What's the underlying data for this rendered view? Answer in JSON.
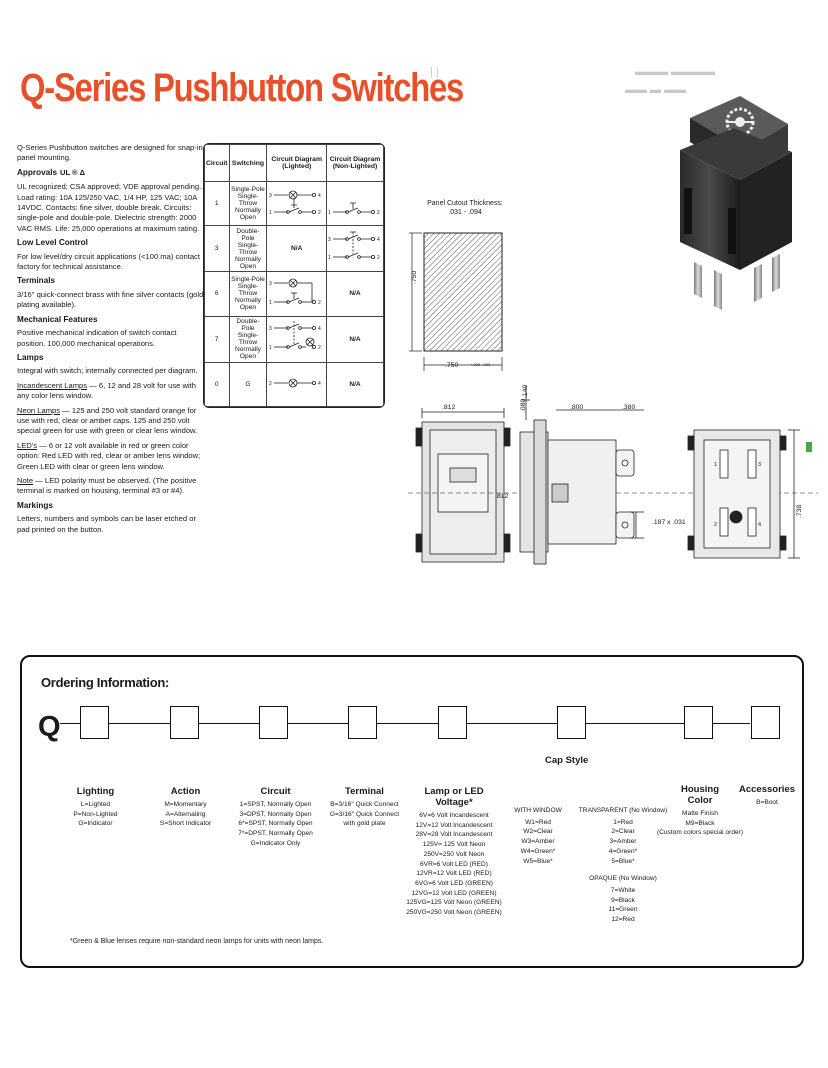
{
  "header": {
    "title": "Q-Series Pushbutton Switches"
  },
  "intro": {
    "description": "Q-Series Pushbutton switches are designed for snap-in panel mounting.",
    "approvals_heading": "Approvals",
    "approvals_marks": "UL ® Δ",
    "approvals_text": "UL recognized; CSA approved; VDE approval pending. Load rating: 10A 125/250 VAC, 1/4 HP, 125 VAC; 10A 14VDC. Contacts: fine silver, double break. Circuits: single-pole and double-pole. Dielectric strength: 2000 VAC RMS. Life: 25,000 operations at maximum rating.",
    "low_level_heading": "Low Level Control",
    "low_level_text": "For low level/dry circuit applications (<100 ma) contact factory for technical assistance.",
    "terminals_heading": "Terminals",
    "terminals_text": "3/16\" quick-connect brass with fine silver contacts (gold plating available).",
    "mech_heading": "Mechanical Features",
    "mech_text": "Positive mechanical indication of switch contact position. 100,000 mechanical operations.",
    "lamps_heading": "Lamps",
    "lamps_text": "Integral with switch; internally connected per diagram.",
    "incandescent_label": "Incandescent Lamps",
    "incandescent_text": " — 6, 12 and 28 volt for use with any color lens window.",
    "neon_label": "Neon Lamps",
    "neon_text": " — 125 and 250 volt standard orange for use with red, clear or amber caps. 125 and 250 volt special green for use with green or clear lens window.",
    "led_label": "LED's",
    "led_text": " — 6 or 12 volt available in red or green color option: Red LED with red, clear or amber lens window; Green LED with clear or green lens window.",
    "note_label": "Note",
    "note_text": " — LED polarity must be observed. (The positive terminal is marked on housing, terminal #3 or #4).",
    "markings_heading": "Markings",
    "markings_text": "Letters, numbers and symbols can be laser etched or pad printed on the button."
  },
  "circuit_table": {
    "headers": [
      "Circuit",
      "Switching",
      "Circuit Diagram (Lighted)",
      "Circuit Diagram (Non-Lighted)"
    ],
    "rows": [
      {
        "circuit": "1",
        "switching": "Single-Pole Single-Throw Normally Open",
        "lighted": "",
        "nonlighted": ""
      },
      {
        "circuit": "3",
        "switching": "Double-Pole Single-Throw Normally Open",
        "lighted": "N/A",
        "nonlighted": ""
      },
      {
        "circuit": "6",
        "switching": "Single-Pole Single-Throw Normally Open",
        "lighted": "",
        "nonlighted": "N/A"
      },
      {
        "circuit": "7",
        "switching": "Double-Pole Single-Throw Normally Open",
        "lighted": "",
        "nonlighted": "N/A"
      },
      {
        "circuit": "0",
        "switching": "G",
        "lighted": "",
        "nonlighted": "N/A"
      }
    ]
  },
  "panel_cutout": {
    "label": "Panel Cutout Thickness: .031 - .094",
    "dim_height": ".750",
    "dim_width": ".750",
    "tol": "+.003 -.000"
  },
  "dimensions": {
    "d812_top": ".812",
    "d812_side": ".812",
    "d080": ".080",
    "d140": ".140",
    "d800": ".800",
    "d380": ".380",
    "d187": ".187 x .031",
    "d738": ".738"
  },
  "ordering": {
    "title": "Ordering Information:",
    "prefix": "Q",
    "lighting": {
      "heading": "Lighting",
      "options": [
        "L=Lighted",
        "P=Non-Lighted",
        "G=Indicator"
      ]
    },
    "action": {
      "heading": "Action",
      "options": [
        "M=Momentary",
        "A=Alternating",
        "S=Short Indicator"
      ]
    },
    "circuit": {
      "heading": "Circuit",
      "options": [
        "1=SPST, Normally Open",
        "3=DPST, Normally Open",
        "6*=SPST, Normally Open",
        "7*=DPST, Normally Open",
        "G=Indicator Only"
      ]
    },
    "terminal": {
      "heading": "Terminal",
      "options": [
        "B=3/16\" Quick Connect",
        "G=3/16\" Quick Connect",
        "with gold plate"
      ]
    },
    "lamp": {
      "heading": "Lamp or LED Voltage*",
      "options": [
        "6V=6 Volt Incandescent",
        "12V=12 Volt Incandescent",
        "28V=28 Volt Incandescent",
        "125V= 125 Volt Neon",
        "250V=250 Volt Neon",
        "6VR=6 Volt LED (RED)",
        "12VR=12 Volt LED (RED)",
        "6VG=6 Volt LED (GREEN)",
        "12VG=12 Volt LED (GREEN)",
        "125VG=125 Volt Neon (GREEN)",
        "250VG=250 Volt Neon (GREEN)"
      ]
    },
    "cap_style": {
      "heading": "Cap Style",
      "with_window_heading": "WITH WINDOW",
      "with_window": [
        "W1=Red",
        "W2=Clear",
        "W3=Amber",
        "W4=Green*",
        "W5=Blue*"
      ],
      "transparent_heading": "TRANSPARENT (No Window)",
      "transparent": [
        "1=Red",
        "2=Clear",
        "3=Amber",
        "4=Green*",
        "5=Blue*"
      ],
      "opaque_heading": "OPAQUE (No Window)",
      "opaque": [
        "7=White",
        "9=Black",
        "11=Green",
        "12=Red"
      ]
    },
    "housing": {
      "heading": "Housing Color",
      "options": [
        "Matte Finish",
        "M9=Black",
        "(Custom colors special order)"
      ]
    },
    "accessories": {
      "heading": "Accessories",
      "options": [
        "B=Boot"
      ]
    },
    "footnote": "*Green & Blue lenses require non-standard neon lamps for units with neon lamps."
  },
  "colors": {
    "title": "#e8502a"
  }
}
